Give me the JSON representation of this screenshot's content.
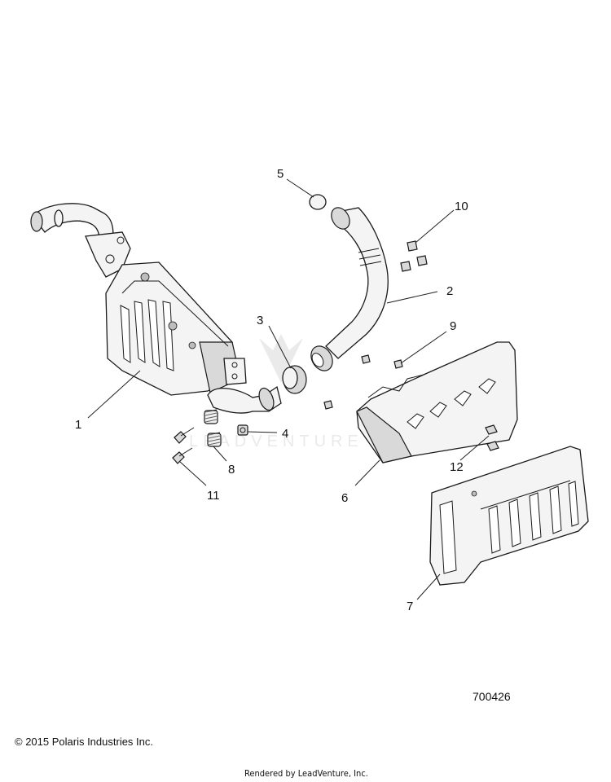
{
  "diagram": {
    "number": "700426",
    "callouts": [
      "1",
      "2",
      "3",
      "4",
      "5",
      "6",
      "7",
      "8",
      "9",
      "10",
      "11",
      "12"
    ],
    "watermark": "LEADVENTURE"
  },
  "footer": {
    "copyright": "© 2015 Polaris Industries Inc.",
    "rendered_by": "Rendered by LeadVenture, Inc."
  }
}
